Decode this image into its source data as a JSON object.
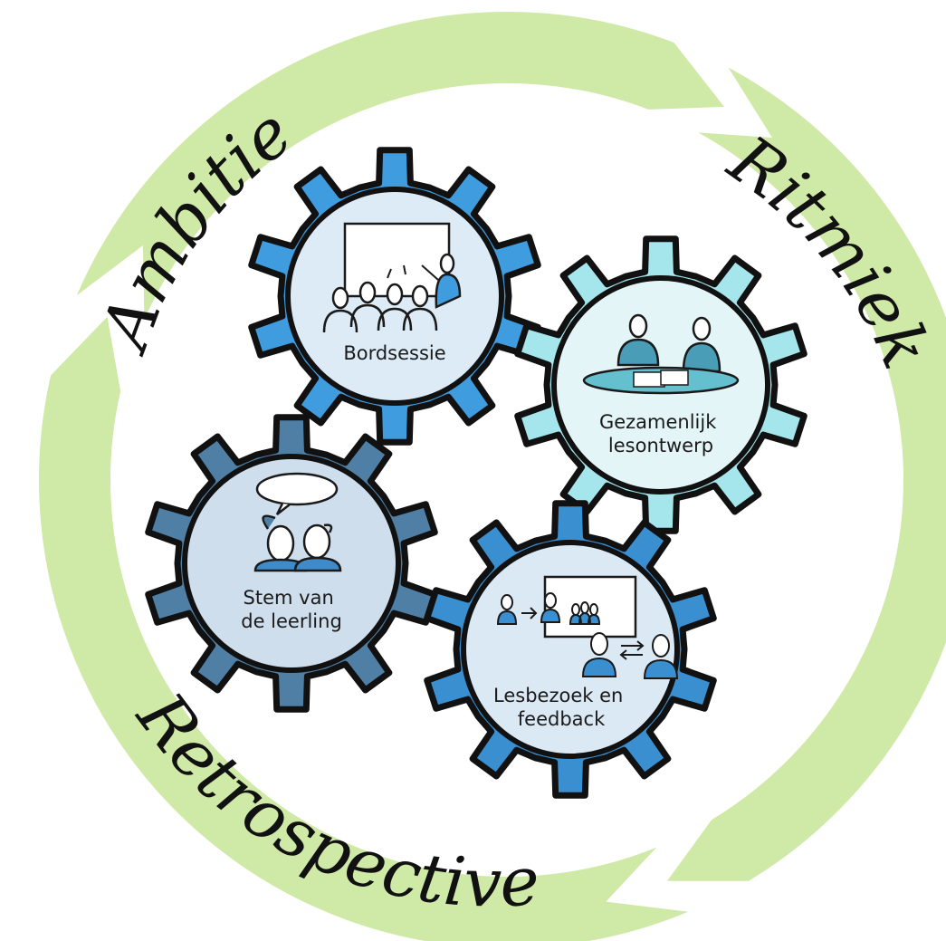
{
  "cycle": {
    "labels": [
      "Ambitie",
      "Ritmiek",
      "Retrospective"
    ],
    "color": "#cfe9a6"
  },
  "gears": [
    {
      "label_lines": [
        "Bordsessie"
      ],
      "icon": "whiteboard-session-icon",
      "gear_color": "#3f9ddf",
      "face_color": "#dcebf6"
    },
    {
      "label_lines": [
        "Gezamenlijk",
        "lesontwerp"
      ],
      "icon": "shared-lesson-design-icon",
      "gear_color": "#a5e6ec",
      "face_color": "#e4f5f7"
    },
    {
      "label_lines": [
        "Stem van",
        "de leerling"
      ],
      "icon": "student-voice-icon",
      "gear_color": "#4f7fa5",
      "face_color": "#cfdeec"
    },
    {
      "label_lines": [
        "Lesbezoek en",
        "feedback"
      ],
      "icon": "lesson-visit-feedback-icon",
      "gear_color": "#3a8fd0",
      "face_color": "#dbe9f5"
    }
  ]
}
